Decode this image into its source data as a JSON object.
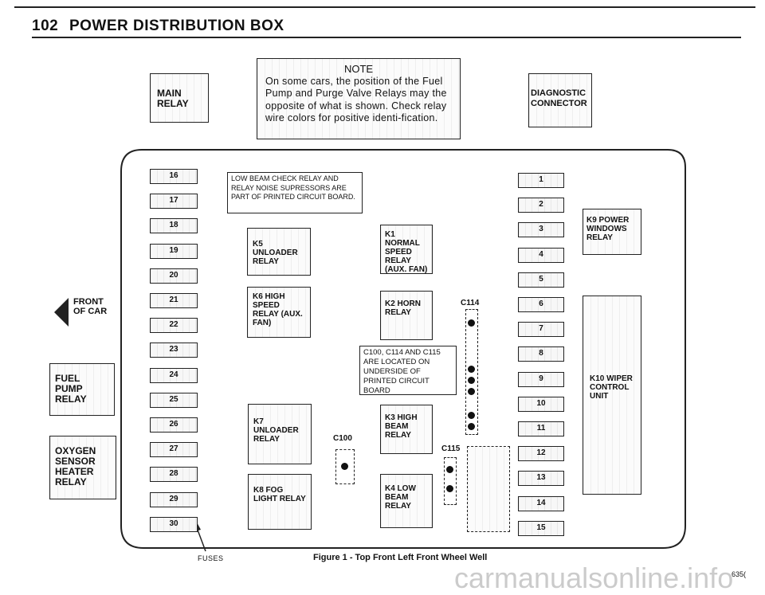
{
  "header": {
    "page_number": "102",
    "title": "POWER DISTRIBUTION BOX"
  },
  "note": {
    "heading": "NOTE",
    "body": "On some cars, the position of the Fuel Pump and Purge Valve Relays may the opposite of what is shown. Check relay wire colors for positive identi-fication."
  },
  "top_boxes": {
    "main_relay": "MAIN RELAY",
    "diagnostic_connector": "DIAGNOSTIC CONNECTOR"
  },
  "front_of_car": {
    "label": "FRONT OF CAR"
  },
  "side_relays": {
    "fuel_pump": "FUEL PUMP RELAY",
    "oxygen_sensor": "OXYGEN SENSOR HEATER RELAY"
  },
  "fuses_left": [
    "16",
    "17",
    "18",
    "19",
    "20",
    "21",
    "22",
    "23",
    "24",
    "25",
    "26",
    "27",
    "28",
    "29",
    "30"
  ],
  "fuses_right": [
    "1",
    "2",
    "3",
    "4",
    "5",
    "6",
    "7",
    "8",
    "9",
    "10",
    "11",
    "12",
    "13",
    "14",
    "15"
  ],
  "low_beam_note": "LOW BEAM CHECK RELAY AND RELAY NOISE SUPRESSORS ARE PART OF PRINTED CIRCUIT BOARD.",
  "relays": {
    "k1": "K1 NORMAL SPEED RELAY (AUX. FAN)",
    "k2": "K2 HORN RELAY",
    "k3": "K3 HIGH BEAM RELAY",
    "k4": "K4 LOW BEAM RELAY",
    "k5": "K5 UNLOADER RELAY",
    "k6": "K6 HIGH SPEED RELAY (AUX. FAN)",
    "k7": "K7 UNLOADER RELAY",
    "k8": "K8 FOG LIGHT RELAY",
    "k9": "K9 POWER WINDOWS RELAY",
    "k10": "K10 WIPER CONTROL UNIT"
  },
  "connectors": {
    "c114": "C114",
    "c100": "C100",
    "c115": "C115",
    "location_note": "C100, C114 and C115 ARE LOCATED ON UNDERSIDE OF PRINTED CIRCUIT BOARD"
  },
  "footer": {
    "fuses_label": "FUSES",
    "caption": "Figure 1 - Top Front Left Front Wheel Well",
    "code": "635(",
    "watermark": "carmanualsonline.info"
  }
}
